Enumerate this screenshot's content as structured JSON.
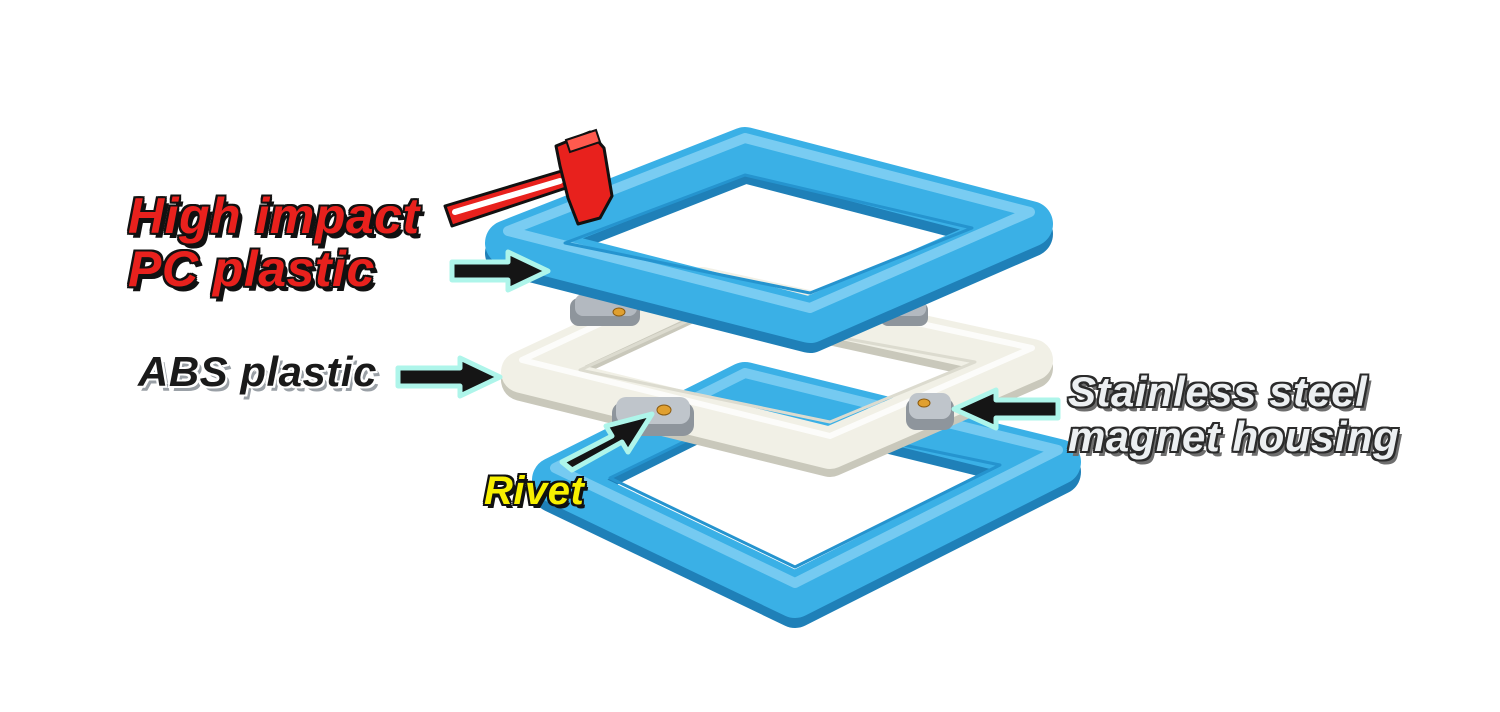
{
  "labels": {
    "pc_line1": "High impact",
    "pc_line2": "PC plastic",
    "abs": "ABS plastic",
    "steel_line1": "Stainless steel",
    "steel_line2": "magnet housing",
    "rivet": "Rivet"
  },
  "colors": {
    "pc_frame": "#3ab0e6",
    "abs_frame": "#f1f0e6",
    "steel_housing": "#b3b9c0",
    "rivet": "#e0a030",
    "hammer": "#e8211d",
    "pc_label": "#e8211d",
    "rivet_label": "#f8f000",
    "arrow": "#151515",
    "arrow_glow": "#aef5ea"
  },
  "icons": {
    "hammer": "hammer-icon",
    "arrow": "arrow-right-icon"
  }
}
